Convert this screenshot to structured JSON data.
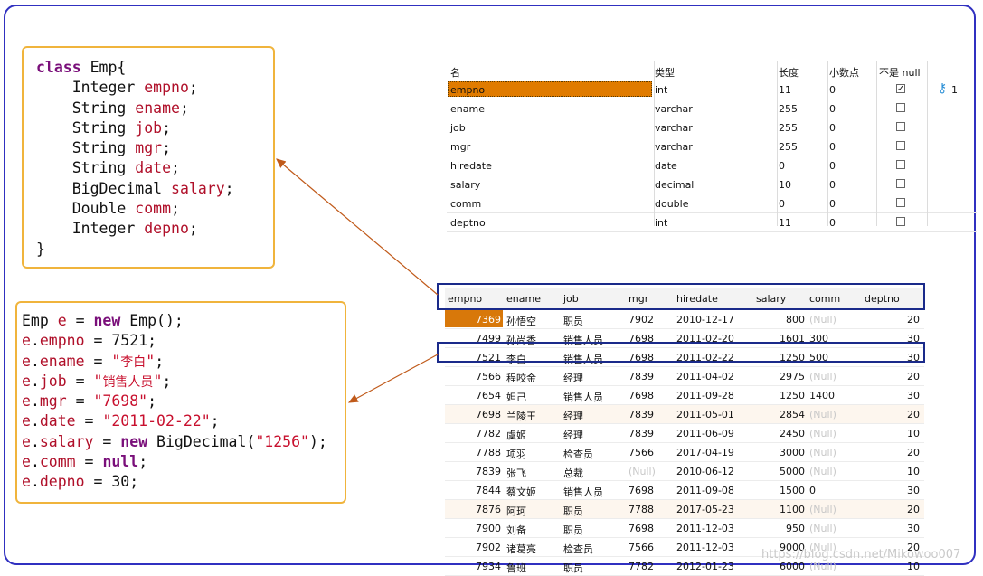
{
  "class_code": {
    "l1_kw": "class",
    "l1_rest": " Emp{",
    "fields": [
      {
        "type": "Integer",
        "name": "empno"
      },
      {
        "type": "String",
        "name": "ename"
      },
      {
        "type": "String",
        "name": "job"
      },
      {
        "type": "String",
        "name": "mgr"
      },
      {
        "type": "String",
        "name": "date"
      },
      {
        "type": "BigDecimal",
        "name": "salary"
      },
      {
        "type": "Double",
        "name": "comm"
      },
      {
        "type": "Integer",
        "name": "depno"
      }
    ],
    "close": "}"
  },
  "object_code": {
    "l1_a": "Emp ",
    "l1_var": "e",
    "l1_b": " = ",
    "l1_new": "new",
    "l1_c": " Emp();",
    "assign": [
      {
        "obj": "e",
        "field": "empno",
        "eq": " = ",
        "val": "7521",
        "tail": ";"
      },
      {
        "obj": "e",
        "field": "ename",
        "eq": " = ",
        "q1": "\"",
        "cn": "李白",
        "q2": "\"",
        "tail": ";"
      },
      {
        "obj": "e",
        "field": "job",
        "eq": " = ",
        "q1": "\"",
        "cn": "销售人员",
        "q2": "\"",
        "tail": ";"
      },
      {
        "obj": "e",
        "field": "mgr",
        "eq": " = ",
        "str": "\"7698\"",
        "tail": ";"
      },
      {
        "obj": "e",
        "field": "date",
        "eq": " = ",
        "str": "\"2011-02-22\"",
        "tail": ";"
      },
      {
        "obj": "e",
        "field": "salary",
        "eq": " = ",
        "new": "new",
        "mid": " BigDecimal(",
        "str": "\"1256\"",
        "tail": ");"
      },
      {
        "obj": "e",
        "field": "comm",
        "eq": " = ",
        "null": "null",
        "tail": ";"
      },
      {
        "obj": "e",
        "field": "depno",
        "eq": " = ",
        "val": "30",
        "tail": ";"
      }
    ]
  },
  "schema": {
    "headers": [
      "名",
      "类型",
      "长度",
      "小数点",
      "不是 null"
    ],
    "key_label": "1",
    "rows": [
      {
        "name": "empno",
        "type": "int",
        "len": "11",
        "dec": "0",
        "notnull": true,
        "key": true
      },
      {
        "name": "ename",
        "type": "varchar",
        "len": "255",
        "dec": "0",
        "notnull": false
      },
      {
        "name": "job",
        "type": "varchar",
        "len": "255",
        "dec": "0",
        "notnull": false
      },
      {
        "name": "mgr",
        "type": "varchar",
        "len": "255",
        "dec": "0",
        "notnull": false
      },
      {
        "name": "hiredate",
        "type": "date",
        "len": "0",
        "dec": "0",
        "notnull": false
      },
      {
        "name": "salary",
        "type": "decimal",
        "len": "10",
        "dec": "0",
        "notnull": false
      },
      {
        "name": "comm",
        "type": "double",
        "len": "0",
        "dec": "0",
        "notnull": false
      },
      {
        "name": "deptno",
        "type": "int",
        "len": "11",
        "dec": "0",
        "notnull": false
      }
    ]
  },
  "data_table": {
    "headers": [
      "empno",
      "ename",
      "job",
      "mgr",
      "hiredate",
      "salary",
      "comm",
      "deptno"
    ],
    "rows": [
      [
        "7369",
        "孙悟空",
        "职员",
        "7902",
        "2010-12-17",
        "800",
        "(Null)",
        "20"
      ],
      [
        "7499",
        "孙尚香",
        "销售人员",
        "7698",
        "2011-02-20",
        "1601",
        "300",
        "30"
      ],
      [
        "7521",
        "李白",
        "销售人员",
        "7698",
        "2011-02-22",
        "1250",
        "500",
        "30"
      ],
      [
        "7566",
        "程咬金",
        "经理",
        "7839",
        "2011-04-02",
        "2975",
        "(Null)",
        "20"
      ],
      [
        "7654",
        "妲己",
        "销售人员",
        "7698",
        "2011-09-28",
        "1250",
        "1400",
        "30"
      ],
      [
        "7698",
        "兰陵王",
        "经理",
        "7839",
        "2011-05-01",
        "2854",
        "(Null)",
        "20"
      ],
      [
        "7782",
        "虞姬",
        "经理",
        "7839",
        "2011-06-09",
        "2450",
        "(Null)",
        "10"
      ],
      [
        "7788",
        "项羽",
        "检查员",
        "7566",
        "2017-04-19",
        "3000",
        "(Null)",
        "20"
      ],
      [
        "7839",
        "张飞",
        "总裁",
        "(Null)",
        "2010-06-12",
        "5000",
        "(Null)",
        "10"
      ],
      [
        "7844",
        "蔡文姬",
        "销售人员",
        "7698",
        "2011-09-08",
        "1500",
        "0",
        "30"
      ],
      [
        "7876",
        "阿珂",
        "职员",
        "7788",
        "2017-05-23",
        "1100",
        "(Null)",
        "20"
      ],
      [
        "7900",
        "刘备",
        "职员",
        "7698",
        "2011-12-03",
        "950",
        "(Null)",
        "30"
      ],
      [
        "7902",
        "诸葛亮",
        "检查员",
        "7566",
        "2011-12-03",
        "9000",
        "(Null)",
        "20"
      ],
      [
        "7934",
        "鲁班",
        "职员",
        "7782",
        "2012-01-23",
        "6000",
        "(Null)",
        "10"
      ]
    ]
  },
  "watermark": "https://blog.csdn.net/Mikowoo007",
  "colors": {
    "frame": "#3030c0",
    "code_border": "#f0b43c",
    "arrow": "#c05a1a",
    "highlight": "#1a2a8a",
    "selection": "#d8780a"
  }
}
